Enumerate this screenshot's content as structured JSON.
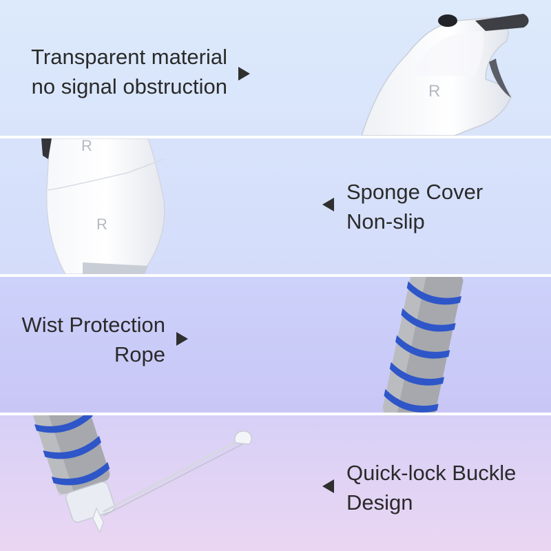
{
  "panels": [
    {
      "line1": "Transparent material",
      "line2": "no signal obstruction"
    },
    {
      "line1": "Sponge Cover",
      "line2": "Non-slip"
    },
    {
      "line1": "Wist Protection",
      "line2": "Rope"
    },
    {
      "line1": "Quick-lock Buckle",
      "line2": "Design"
    }
  ],
  "controller_mark": "R",
  "colors": {
    "stripe_blue": "#2f56c8",
    "foam_gray": "#a9aaad",
    "text": "#2a2a2a"
  }
}
